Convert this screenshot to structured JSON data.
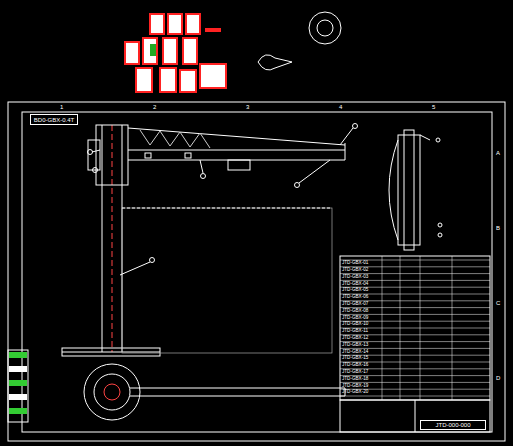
{
  "diagram": {
    "nodes": [
      {
        "text": [
          "BD0-GBX-0.4T"
        ]
      },
      {
        "text": [
          "JTD-000-000"
        ]
      }
    ],
    "labels": [
      "1",
      "2",
      "3",
      "4",
      "5",
      "A",
      "B",
      "C",
      "D",
      "JTD-GBX-01",
      "JTD-GBX-02",
      "JTD-GBX-03",
      "JTD-GBX-04",
      "JTD-GBX-05",
      "JTD-GBX-06",
      "JTD-GBX-07",
      "JTD-GBX-08",
      "JTD-GBX-09",
      "JTD-GBX-10",
      "JTD-GBX-11",
      "JTD-GBX-12",
      "JTD-GBX-13",
      "JTD-GBX-14",
      "JTD-GBX-15",
      "JTD-GBX-16",
      "JTD-GBX-17",
      "JTD-GBX-18",
      "JTD-GBX-19",
      "JTD-GBX-20"
    ]
  }
}
